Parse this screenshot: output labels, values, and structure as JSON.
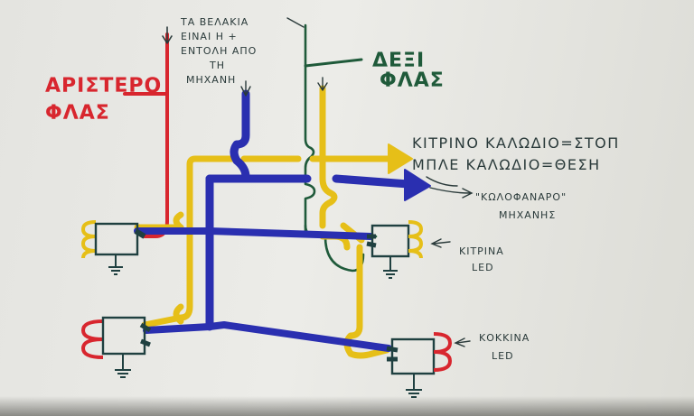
{
  "labels": {
    "arrows_note": [
      "ΤΑ ΒΕΛΑΚΙΑ",
      "ΕΙΝΑΙ Η +",
      "ΕΝΤΟΛΗ ΑΠΟ",
      "ΤΗ",
      "ΜΗΧΑΝΗ"
    ],
    "left_signal": [
      "ΑΡΙΣΤΕΡΟ",
      "ΦΛΑΣ"
    ],
    "right_signal": [
      "ΔΕΞΙ",
      "ΦΛΑΣ"
    ],
    "legend": [
      "ΚΙΤΡΙΝΟ ΚΑΛΩΔΙΟ=ΣΤΟΠ",
      "ΜΠΛΕ ΚΑΛΩΔΙΟ=ΘΕΣΗ"
    ],
    "taillight": [
      "\"ΚΩΛΟΦΑΝΑΡΟ\"",
      "ΜΗΧΑΝΗΣ"
    ],
    "yellow_leds": [
      "ΚΙΤΡΙΝΑ",
      "LED"
    ],
    "red_leds": [
      "ΚΟΚΚΙΝΑ",
      "LED"
    ]
  },
  "colors": {
    "red": "#d8262e",
    "green": "#1f5a3a",
    "blue": "#2a2fb0",
    "yellow": "#e6bf18",
    "ink": "#2a3a3a"
  }
}
